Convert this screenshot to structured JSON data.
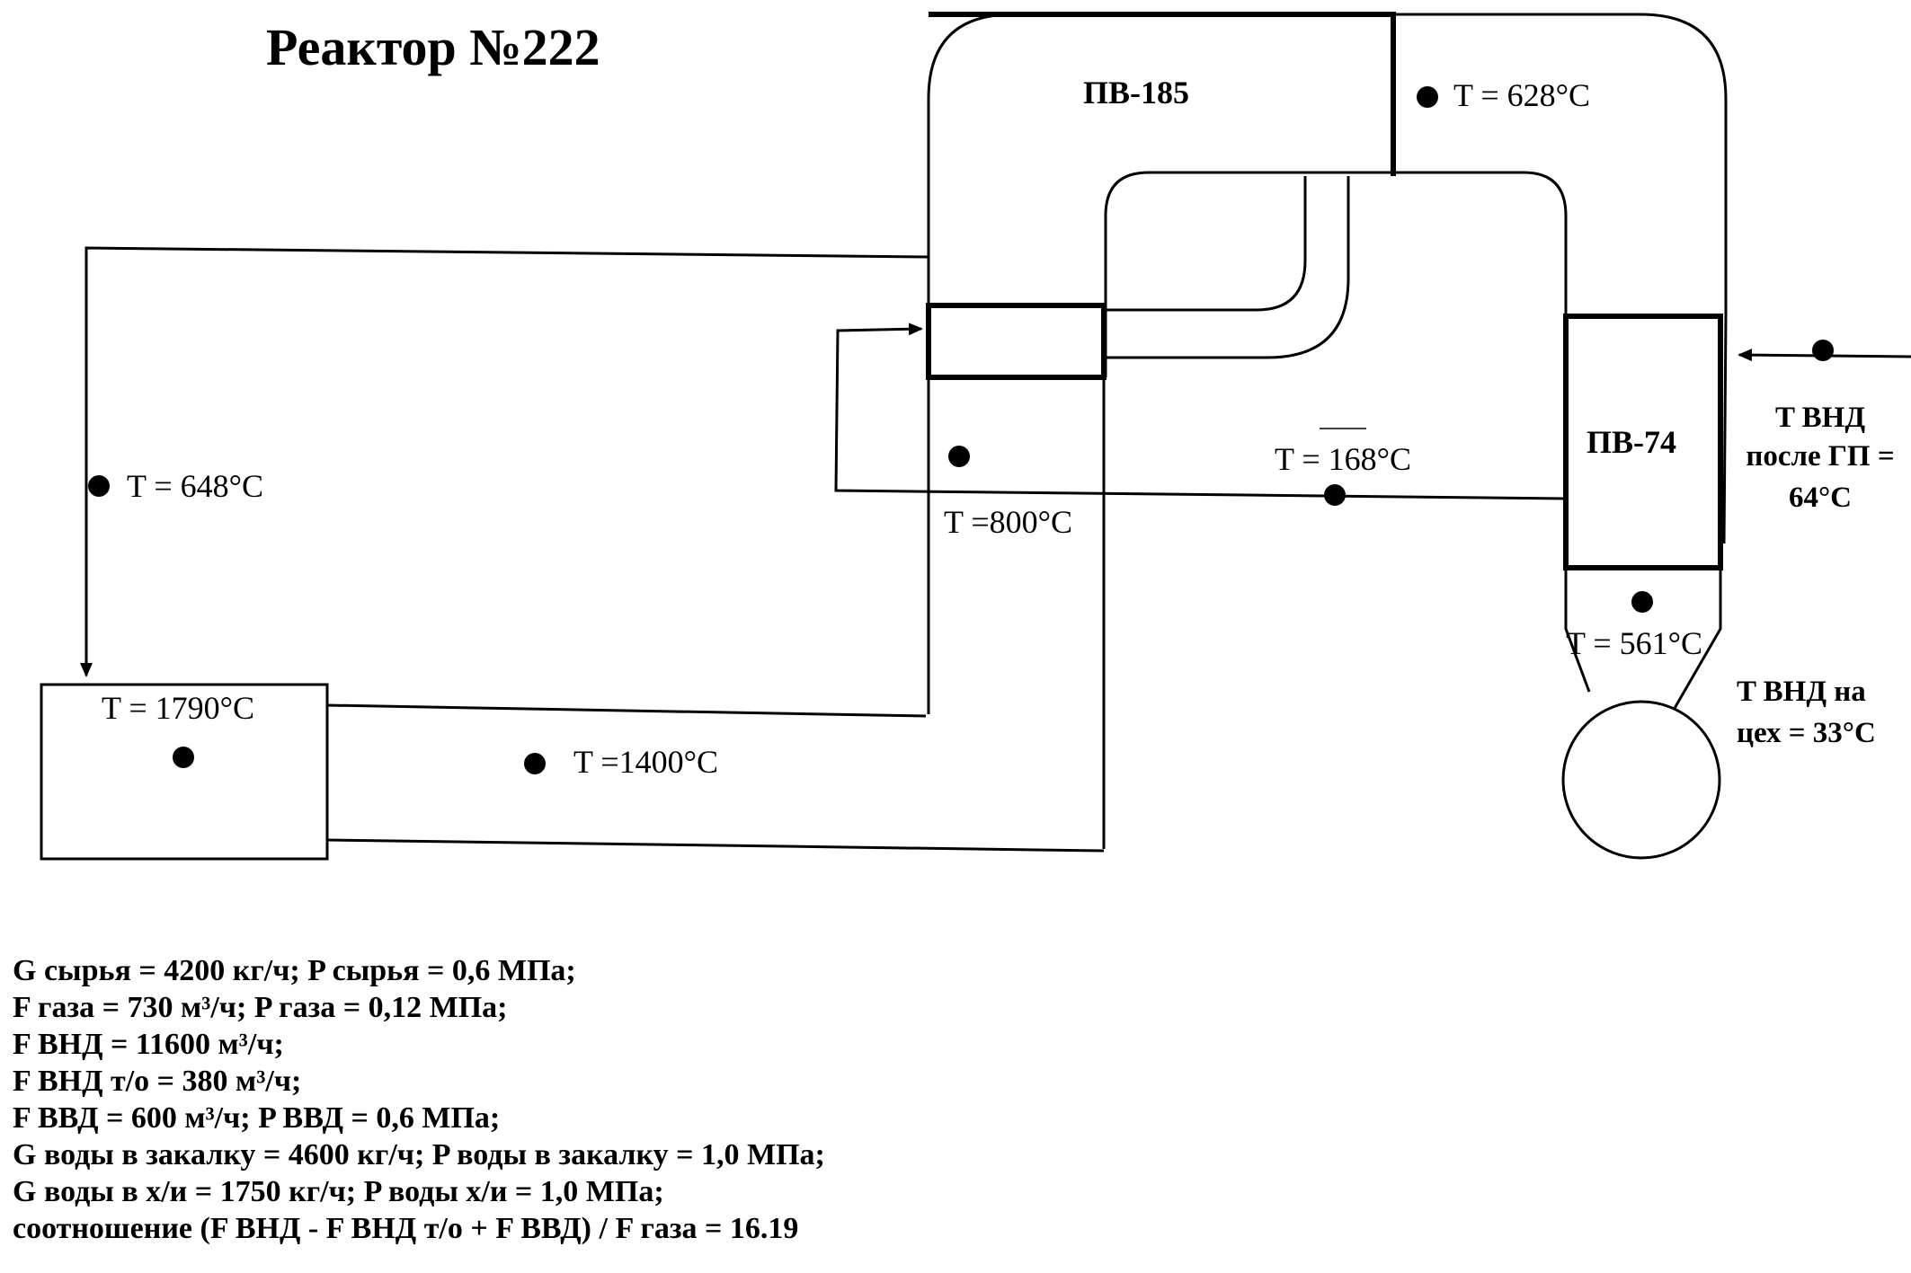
{
  "title": "Реактор №222",
  "units": {
    "pv185": "ПВ-185",
    "pv74": "ПВ-74"
  },
  "temperatures": {
    "t628": "T = 628°C",
    "t648": "T = 648°C",
    "t168": "T = 168°C",
    "t800": "T =800°C",
    "t1790": "T = 1790°C",
    "t1400": "T =1400°C",
    "t561": "T = 561°C"
  },
  "side_labels": {
    "vnd_after_gp": [
      "T ВНД",
      "после ГП =",
      "64°C"
    ],
    "vnd_to_shop": [
      "T ВНД на",
      "цех = 33°C"
    ]
  },
  "parameters": [
    "G сырья = 4200 кг/ч; P сырья = 0,6 МПа;",
    "F газа = 730 м³/ч; P газа = 0,12 МПа;",
    "F ВНД = 11600 м³/ч;",
    "F ВНД т/о = 380 м³/ч;",
    "F ВВД = 600 м³/ч; P ВВД = 0,6 МПа;",
    "G воды в закалку = 4600 кг/ч; P воды в закалку = 1,0 МПа;",
    "G воды в х/и = 1750 кг/ч; P воды х/и = 1,0 МПа;",
    "соотношение (F ВНД - F ВНД т/о + F ВВД) / F газа = 16.19"
  ]
}
